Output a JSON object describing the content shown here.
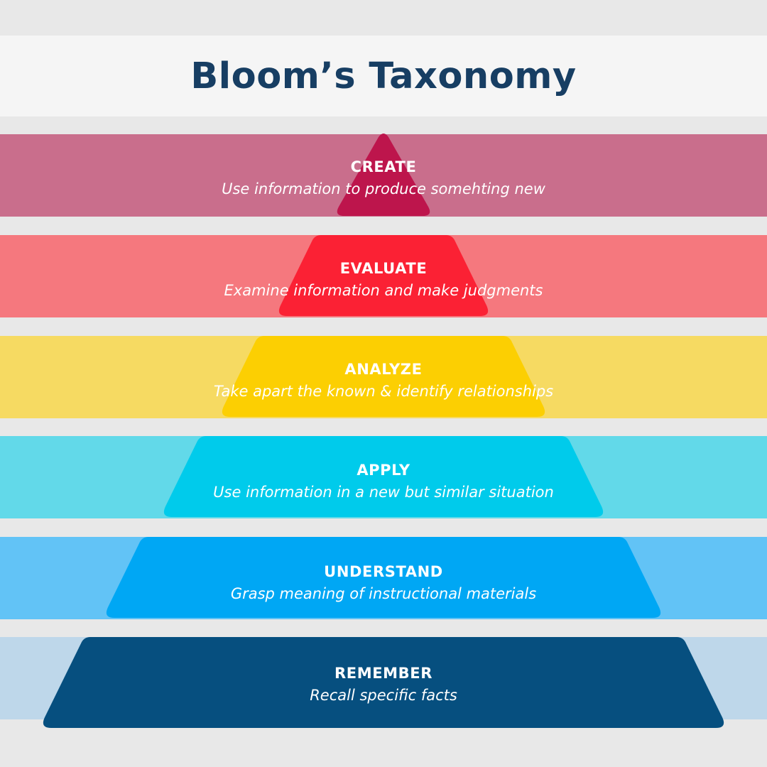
{
  "title": "Bloom’s Taxonomy",
  "levels": [
    {
      "id": "create",
      "name": "CREATE",
      "description": "Use information to produce somehting new",
      "band_color": "#c96e8c",
      "shape_color": "#bd154c"
    },
    {
      "id": "evaluate",
      "name": "EVALUATE",
      "description": "Examine information and make judgments",
      "band_color": "#f5787e",
      "shape_color": "#fb2134"
    },
    {
      "id": "analyze",
      "name": "ANALYZE",
      "description": "Take apart the known & identify relationships",
      "band_color": "#f6da62",
      "shape_color": "#fccf02"
    },
    {
      "id": "apply",
      "name": "APPLY",
      "description": "Use information in a new but similar situation",
      "band_color": "#62d9e9",
      "shape_color": "#00cbeb"
    },
    {
      "id": "understand",
      "name": "UNDERSTAND",
      "description": "Grasp meaning of instructional materials",
      "band_color": "#62c3f6",
      "shape_color": "#00a7f4"
    },
    {
      "id": "remember",
      "name": "REMEMBER",
      "description": "Recall specific facts",
      "band_color": "#bed7ea",
      "shape_color": "#064f7f"
    }
  ]
}
